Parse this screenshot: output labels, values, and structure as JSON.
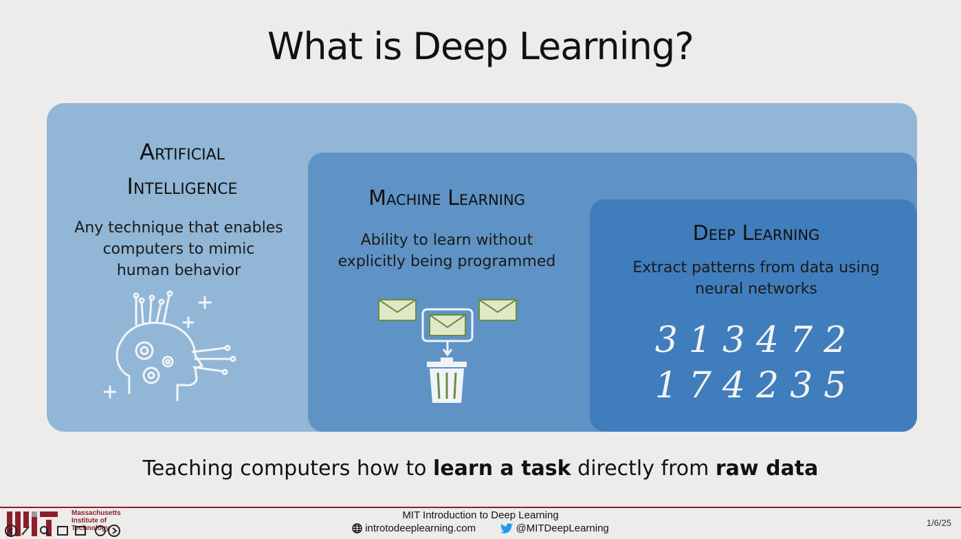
{
  "slide": {
    "title": "What is Deep Learning?",
    "ai": {
      "heading_line1": "Artificial",
      "heading_line2": "Intelligence",
      "desc_line1": "Any technique that enables",
      "desc_line2": "computers to mimic",
      "desc_line3": "human behavior",
      "icon": "ai-head-gears-icon"
    },
    "ml": {
      "heading": "Machine Learning",
      "desc_line1": "Ability to learn without",
      "desc_line2": "explicitly being programmed",
      "icon": "email-spam-trash-icon"
    },
    "dl": {
      "heading": "Deep Learning",
      "desc_line1": "Extract patterns from data using",
      "desc_line2": "neural networks",
      "digits_row1": "313472",
      "digits_row2": "174235"
    },
    "tagline": {
      "part1": "Teaching computers how to ",
      "bold1": "learn a task",
      "part2": " directly from ",
      "bold2": "raw data"
    }
  },
  "footer": {
    "institution_line1": "Massachusetts",
    "institution_line2": "Institute of",
    "institution_line3": "Technology",
    "course_title": "MIT Introduction to Deep Learning",
    "website": "introtodeeplearning.com",
    "twitter": "@MITDeepLearning",
    "page": "1/6/25"
  },
  "colors": {
    "ai_box": "#91b6d6",
    "ml_box": "#5f93c6",
    "dl_box": "#3f7dbc",
    "mit_red": "#8a1f2b"
  }
}
